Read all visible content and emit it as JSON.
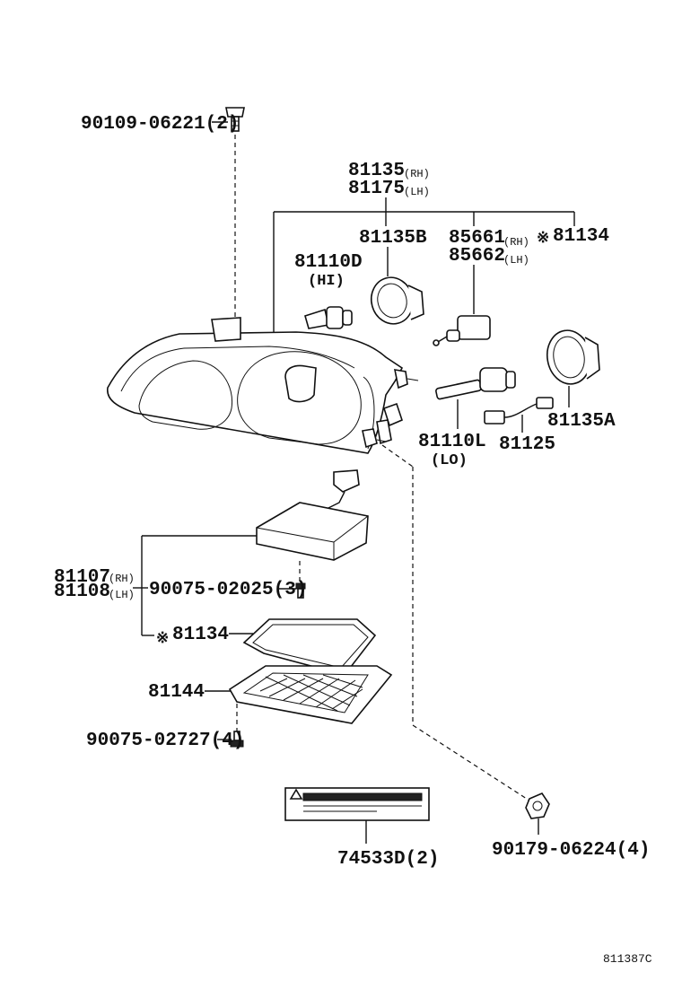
{
  "parts": {
    "screw_top": "90109-06221(2)",
    "lamp_assy_rh": "81135",
    "lamp_assy_rh_side": "(RH)",
    "lamp_assy_lh": "81175",
    "lamp_assy_lh_side": "(LH)",
    "cover_b": "81135B",
    "bulb_hid_rh": "85661",
    "bulb_hid_rh_side": "(RH)",
    "bulb_hid_lh": "85662",
    "bulb_hid_lh_side": "(LH)",
    "note_mark": "※",
    "seal_top": "81134",
    "bulb_hi": "81110D",
    "bulb_hi_note": "(HI)",
    "bulb_lo": "81110L",
    "bulb_lo_note": "(LO)",
    "socket_cord": "81125",
    "cover_a": "81135A",
    "computer_rh": "81107",
    "computer_rh_side": "(RH)",
    "computer_lh": "81108",
    "computer_lh_side": "(LH)",
    "screw_computer": "90075-02025(3)",
    "gasket": "81134",
    "bracket": "81144",
    "screw_bracket": "90075-02727(4)",
    "caution_label": "74533D(2)",
    "nut": "90179-06224(4)"
  },
  "diagram_code": "811387C"
}
